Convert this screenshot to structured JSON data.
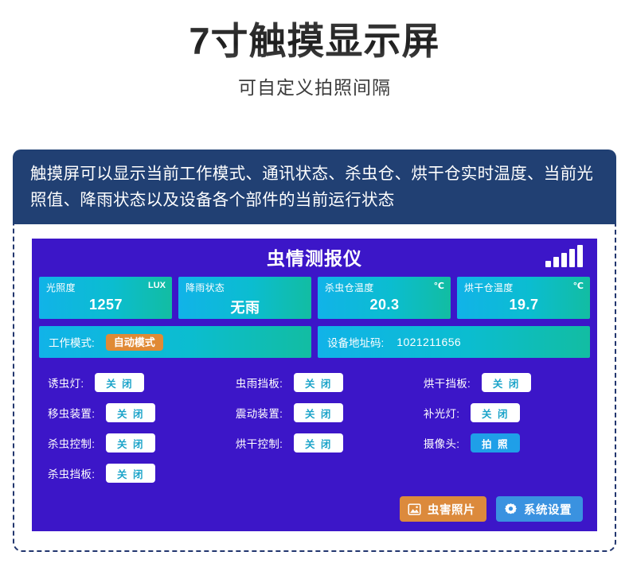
{
  "headline": "7寸触摸显示屏",
  "subheadline": "可自定义拍照间隔",
  "banner": {
    "text": "触摸屏可以显示当前工作模式、通讯状态、杀虫仓、烘干仓实时温度、当前光照值、降雨状态以及设备各个部件的当前运行状态"
  },
  "screen": {
    "title": "虫情测报仪",
    "signal_icon": "signal-bars-icon",
    "cards": [
      {
        "label": "光照度",
        "unit": "LUX",
        "value": "1257"
      },
      {
        "label": "降雨状态",
        "unit": "",
        "value": "无雨"
      },
      {
        "label": "杀虫仓温度",
        "unit": "℃",
        "value": "20.3"
      },
      {
        "label": "烘干仓温度",
        "unit": "℃",
        "value": "19.7"
      }
    ],
    "mode": {
      "label": "工作模式:",
      "value": "自动模式"
    },
    "address": {
      "label": "设备地址码:",
      "value": "1021211656"
    },
    "controls": [
      [
        {
          "label": "诱虫灯:",
          "value": "关 闭",
          "accent": false
        },
        {
          "label": "虫雨挡板:",
          "value": "关 闭",
          "accent": false
        },
        {
          "label": "烘干挡板:",
          "value": "关 闭",
          "accent": false
        }
      ],
      [
        {
          "label": "移虫装置:",
          "value": "关 闭",
          "accent": false
        },
        {
          "label": "震动装置:",
          "value": "关 闭",
          "accent": false
        },
        {
          "label": "补光灯:",
          "value": "关 闭",
          "accent": false
        }
      ],
      [
        {
          "label": "杀虫控制:",
          "value": "关 闭",
          "accent": false
        },
        {
          "label": "烘干控制:",
          "value": "关 闭",
          "accent": false
        },
        {
          "label": "摄像头:",
          "value": "拍 照",
          "accent": true
        }
      ],
      [
        {
          "label": "杀虫挡板:",
          "value": "关 闭",
          "accent": false
        }
      ]
    ],
    "bottom_buttons": [
      {
        "label": "虫害照片",
        "icon": "image-icon",
        "color": "#dc8a3c"
      },
      {
        "label": "系统设置",
        "icon": "gear-icon",
        "color": "#3a92e0"
      }
    ]
  },
  "colors": {
    "banner_bg": "#214073",
    "screen_bg": "#3c16c8",
    "card_gradient_start": "#11b3e8",
    "card_gradient_end": "#12bda2",
    "badge_orange": "#e08a35",
    "accent_blue": "#1f9fe8",
    "dashed_border": "#22366e"
  }
}
